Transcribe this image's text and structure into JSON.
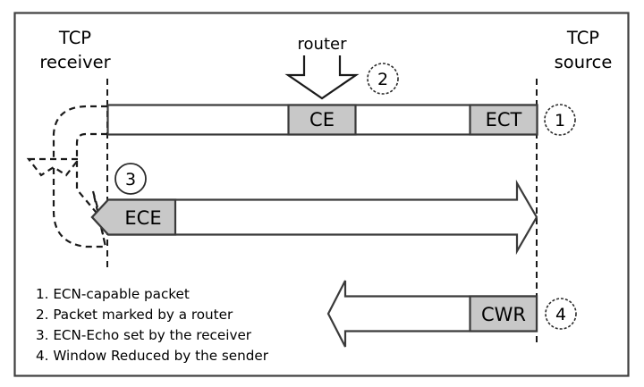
{
  "diagram": {
    "title_hidden": "ECN marking and feedback between TCP source and TCP receiver",
    "endpoints": {
      "receiver_line1": "TCP",
      "receiver_line2": "receiver",
      "source_line1": "TCP",
      "source_line2": "source"
    },
    "router": {
      "label": "router"
    },
    "packets": {
      "forward": {
        "fields": [
          {
            "label": "CE"
          },
          {
            "label": "ECT"
          }
        ]
      },
      "ece": {
        "field": {
          "label": "ECE"
        }
      },
      "cwr": {
        "field": {
          "label": "CWR"
        }
      }
    },
    "markers": [
      {
        "number": "1"
      },
      {
        "number": "2"
      },
      {
        "number": "3"
      },
      {
        "number": "4"
      }
    ],
    "legend": [
      "1. ECN-capable packet",
      "2. Packet marked by a router",
      "3. ECN-Echo set by the receiver",
      "4. Window Reduced by the sender"
    ],
    "colors": {
      "field_fill": "#c8c8c8",
      "stroke": "#3a3a3a",
      "text": "#000000",
      "background": "#ffffff",
      "frame": "#3f3f3f"
    }
  }
}
